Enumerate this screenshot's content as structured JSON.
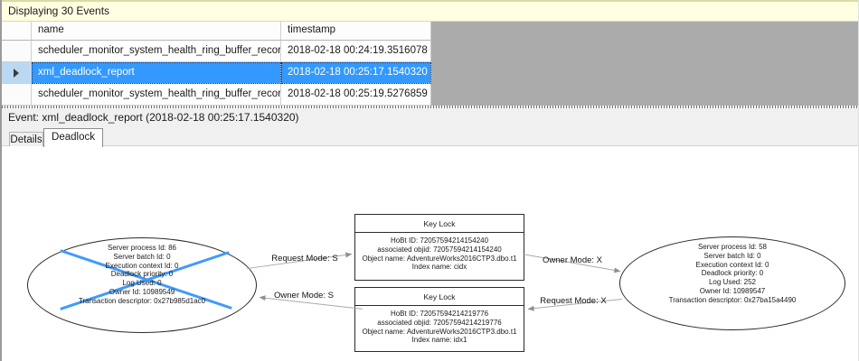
{
  "window": {
    "info_bar": "Displaying 30 Events"
  },
  "events_table": {
    "columns": [
      {
        "label": "name"
      },
      {
        "label": "timestamp"
      }
    ],
    "rows": [
      {
        "name": "scheduler_monitor_system_health_ring_buffer_recorded",
        "timestamp": "2018-02-18 00:24:19.3516078",
        "selected": false
      },
      {
        "name": "xml_deadlock_report",
        "timestamp": "2018-02-18 00:25:17.1540320",
        "selected": true
      },
      {
        "name": "scheduler_monitor_system_health_ring_buffer_recorded",
        "timestamp": "2018-02-18 00:25:19.5276859",
        "selected": false
      }
    ]
  },
  "event_summary": {
    "label": "Event: xml_deadlock_report (2018-02-18 00:25:17.1540320)"
  },
  "tabs": [
    {
      "label": "Details",
      "active": false
    },
    {
      "label": "Deadlock",
      "active": true
    }
  ],
  "deadlock_graph": {
    "processes": [
      {
        "role": "victim",
        "lines": [
          "Server process Id: 86",
          "Server batch Id: 0",
          "Execution context Id: 0",
          "Deadlock priority: 0",
          "Log Used: 0",
          "Owner Id: 10989549",
          "Transaction descriptor: 0x27b985d1ac0"
        ]
      },
      {
        "role": "survivor",
        "lines": [
          "Server process Id: 58",
          "Server batch Id: 0",
          "Execution context Id: 0",
          "Deadlock priority: 0",
          "Log Used: 252",
          "Owner Id: 10989547",
          "Transaction descriptor: 0x27ba15a4490"
        ]
      }
    ],
    "resources": [
      {
        "title": "Key Lock",
        "lines": [
          "HoBt ID: 72057594214154240",
          "associated objid: 72057594214154240",
          "Object name: AdventureWorks2016CTP3.dbo.t1",
          "Index name: cidx"
        ]
      },
      {
        "title": "Key Lock",
        "lines": [
          "HoBt ID: 72057594214219776",
          "associated objid: 72057594214219776",
          "Object name: AdventureWorks2016CTP3.dbo.t1",
          "Index name: idx1"
        ]
      }
    ],
    "edges": [
      {
        "label": "Request Mode: S"
      },
      {
        "label": "Owner Mode: S"
      },
      {
        "label": "Owner Mode: X"
      },
      {
        "label": "Request Mode: X"
      }
    ]
  },
  "colors": {
    "selection_blue": "#3399FF",
    "victim_cross_blue": "#3F9BFA",
    "info_bar_yellow": "#FFFFE1",
    "filler_gray": "#ABABAB",
    "selected_row_header_blue": "#BBD8F2"
  }
}
